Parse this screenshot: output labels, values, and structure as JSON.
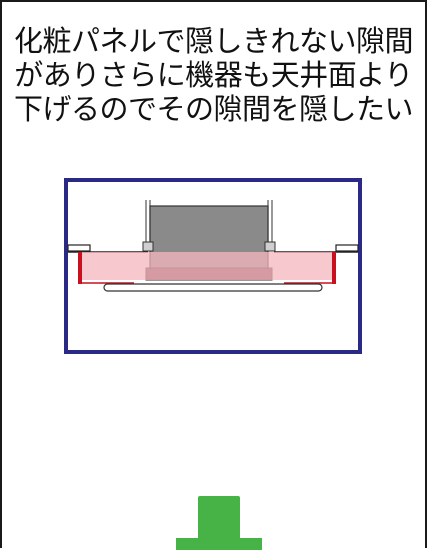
{
  "caption": {
    "lines": [
      "化粧パネルで隠しきれない隙間",
      "がありさらに機器も天井面より",
      "下げるのでその隙間を隠したい"
    ]
  },
  "colors": {
    "frame": "#2a2a86",
    "gap_fill": "#f4b6bd",
    "red_trim": "#c8101e",
    "unit_body": "#8a8a8a",
    "unit_base": "#7a4a52",
    "arrow": "#47b347"
  },
  "icons": {
    "arrow": "down-arrow-icon"
  }
}
